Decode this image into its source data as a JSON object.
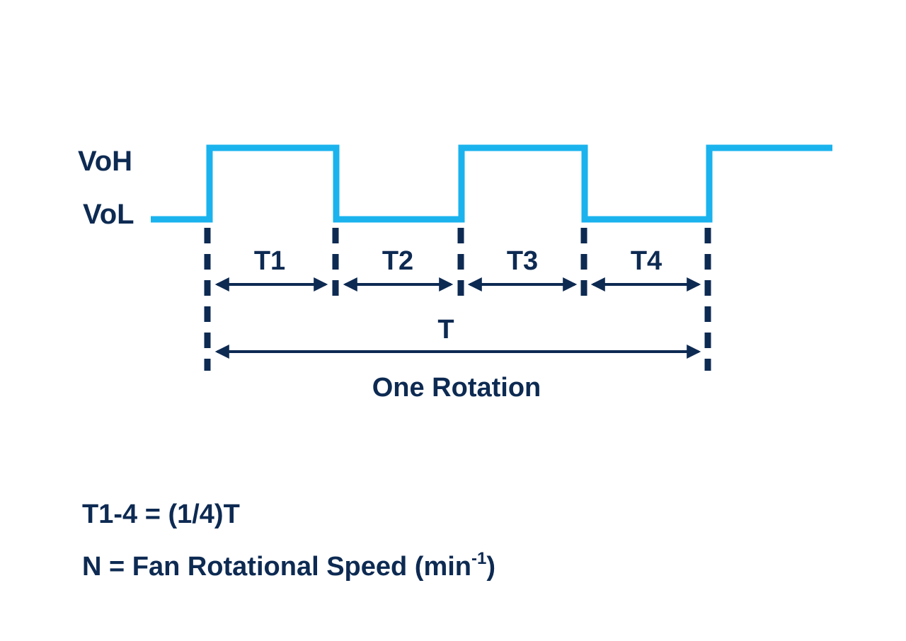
{
  "levels": {
    "high": "VoH",
    "low": "VoL"
  },
  "intervals": [
    "T1",
    "T2",
    "T3",
    "T4"
  ],
  "period": {
    "label": "T",
    "caption": "One Rotation"
  },
  "notes": {
    "equation": "T1-4 = (1/4)T",
    "definition_main": "N = Fan Rotational Speed (min",
    "definition_sup": "-1",
    "definition_close": ")"
  },
  "colors": {
    "signal": "#1ab3ee",
    "ink": "#0d2a52"
  }
}
